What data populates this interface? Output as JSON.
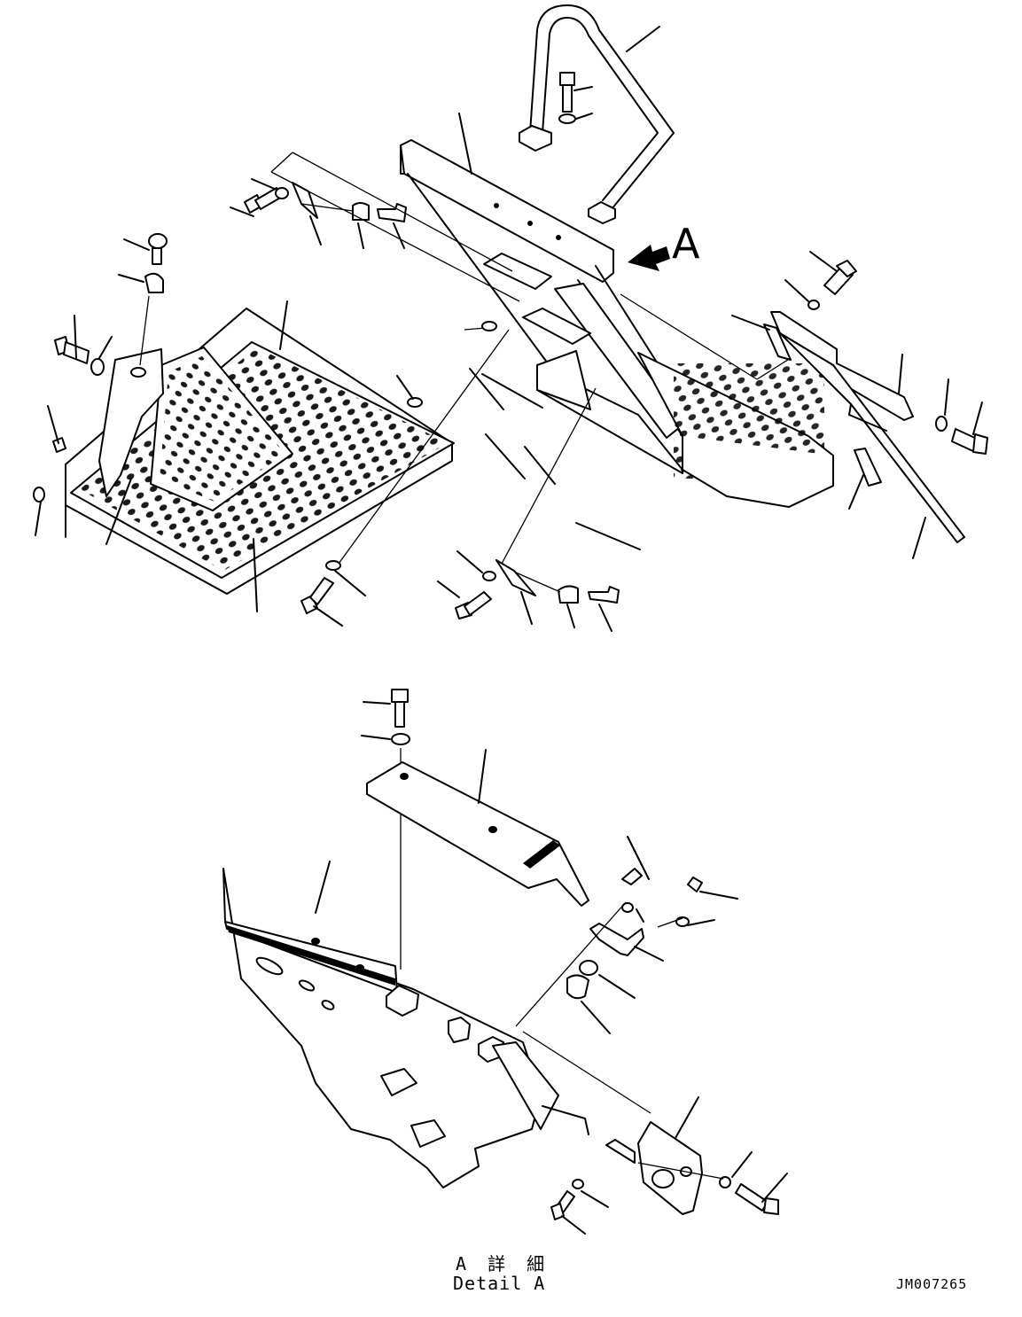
{
  "view_label": "A",
  "detail_caption": {
    "jp": "A 詳 細",
    "en": "Detail A"
  },
  "drawing_code": "JM007265"
}
